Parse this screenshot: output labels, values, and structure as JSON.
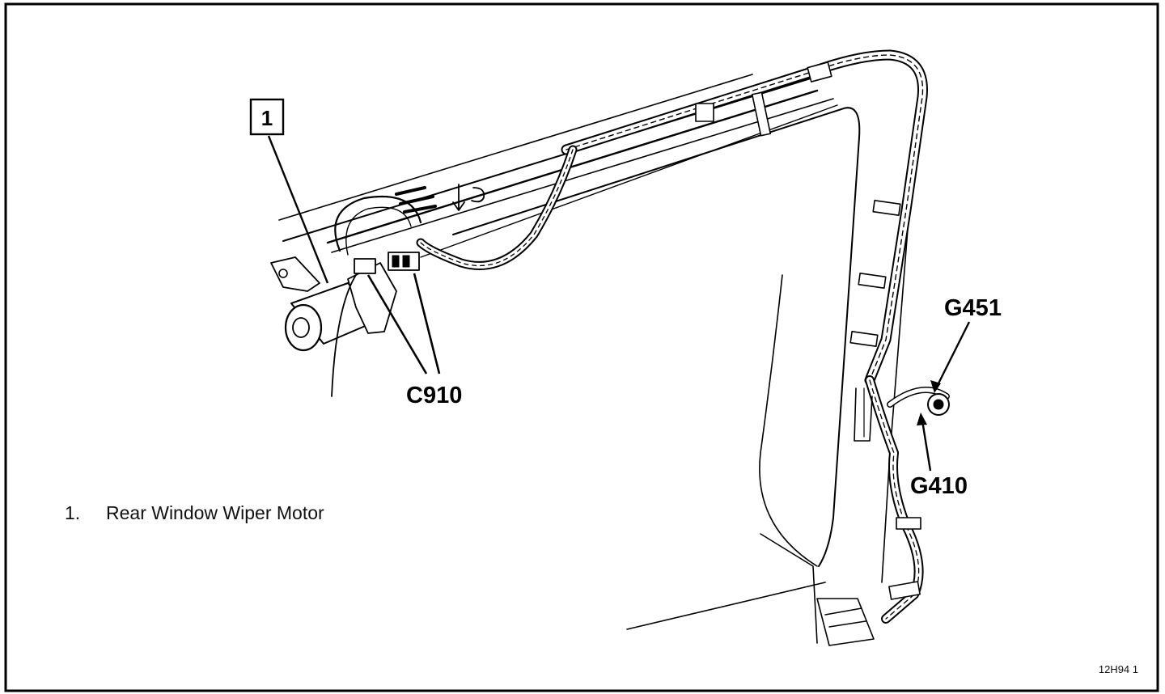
{
  "callout_box": {
    "number": "1"
  },
  "labels": {
    "connector": "C910",
    "ground_upper": "G451",
    "ground_lower": "G410"
  },
  "legend": [
    {
      "num": "1.",
      "text": "Rear Window Wiper Motor"
    }
  ],
  "figure_id": "12H94 1"
}
